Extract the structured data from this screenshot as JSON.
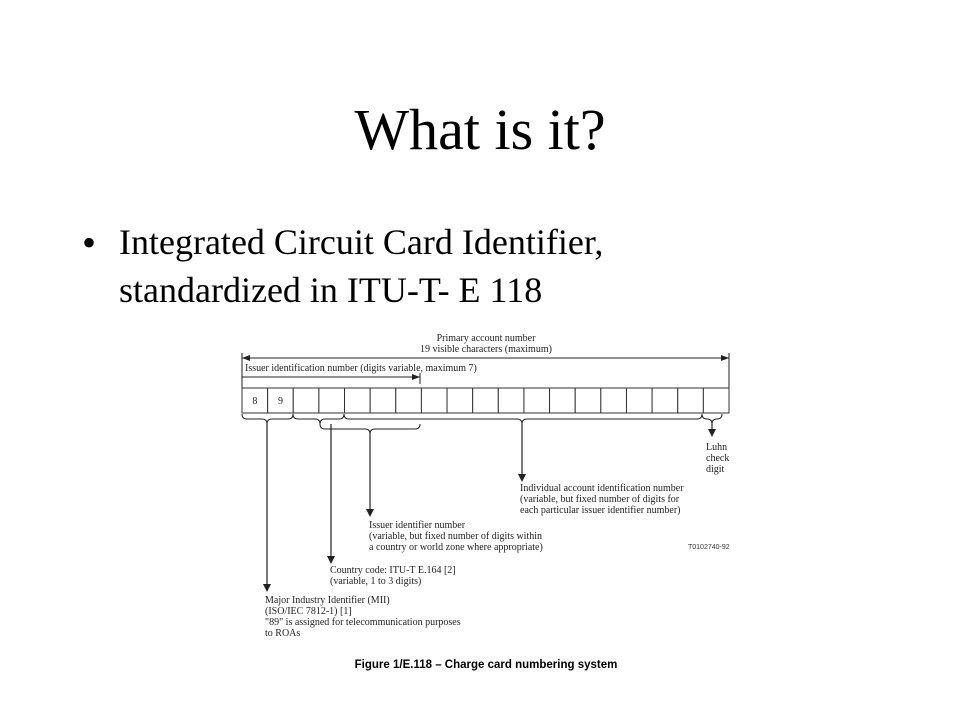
{
  "slide": {
    "title": "What is it?",
    "bullet": {
      "line1": "Integrated Circuit Card Identifier,",
      "line2": "standardized in ITU-T- E 118"
    }
  },
  "diagram": {
    "top_label": [
      "Primary account number",
      "19 visible characters (maximum)"
    ],
    "iin_label": "Issuer identification number (digits variable, maximum 7)",
    "cells": [
      "8",
      "9",
      "",
      "",
      "",
      "",
      "",
      "",
      "",
      "",
      "",
      "",
      "",
      "",
      "",
      "",
      "",
      "",
      ""
    ],
    "luhn_label": [
      "Luhn",
      "check",
      "digit"
    ],
    "individual_label": [
      "Individual account identification number",
      "(variable, but fixed number of digits for",
      "each particular issuer identifier number)"
    ],
    "issuer_label": [
      "Issuer identifier number",
      "(variable, but fixed number of digits within",
      "a country or world zone where appropriate)"
    ],
    "code_ref": "T0102740-92",
    "country_label": [
      "Country code: ITU-T E.164 [2]",
      "(variable, 1 to 3 digits)"
    ],
    "mii_label": [
      "Major Industry Identifier (MII)",
      "(ISO/IEC 7812-1) [1]",
      "\"89\" is assigned for telecommunication purposes",
      "to ROAs"
    ],
    "caption": "Figure 1/E.118 – Charge card numbering system"
  }
}
